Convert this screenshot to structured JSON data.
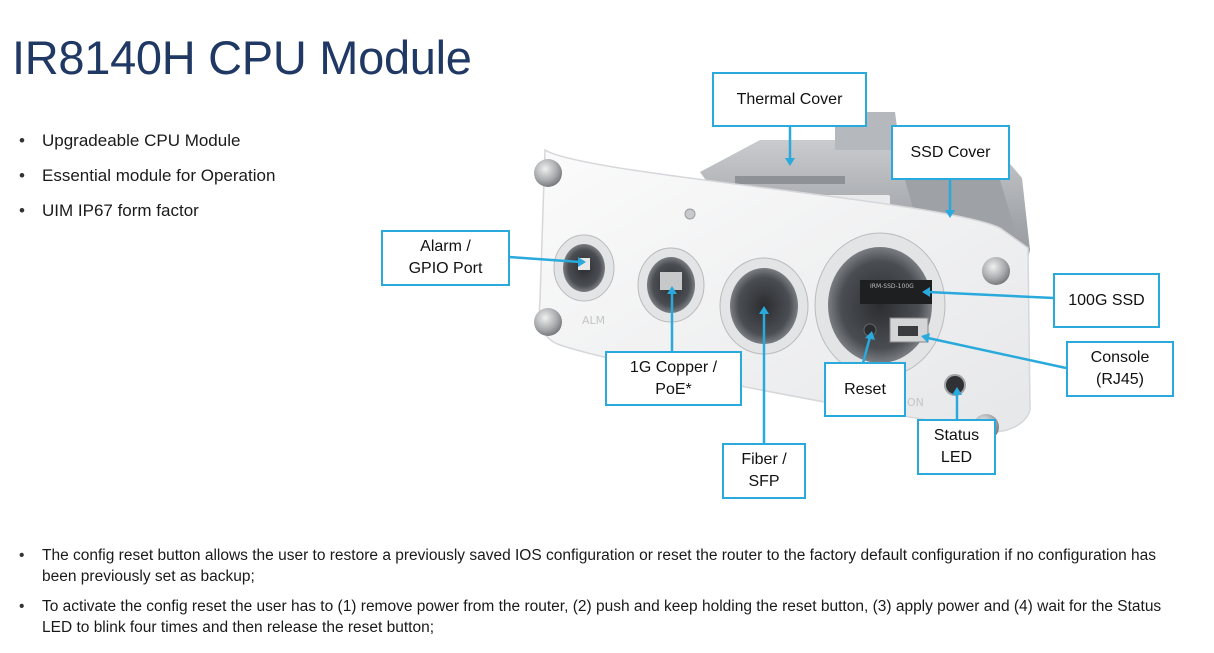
{
  "slide": {
    "title": "IR8140H CPU Module",
    "top_bullets": [
      "Upgradeable CPU Module",
      "Essential module for Operation",
      "UIM IP67 form factor"
    ],
    "bottom_bullets": [
      "The config reset button allows the user to restore a previously saved IOS configuration or reset the router to the factory default configuration if no configuration has been previously set as backup;",
      "To activate the config reset the user has to (1) remove power from the router, (2) push and keep holding the reset button, (3) apply power and (4) wait for the Status LED to blink four times and then release the reset button;"
    ]
  },
  "device_markings": {
    "ssd_label": "IRM-SSD-100G",
    "port_alm": "ALM",
    "port_on": "ON"
  },
  "callouts": {
    "thermal_cover": "Thermal Cover",
    "ssd_cover": "SSD Cover",
    "alarm_gpio": "Alarm /\nGPIO Port",
    "ssd_100g": "100G SSD",
    "copper_poe": "1G Copper /\nPoE*",
    "console": "Console\n(RJ45)",
    "reset": "Reset",
    "status_led": "Status\nLED",
    "fiber_sfp": "Fiber /\nSFP"
  },
  "colors": {
    "title": "#1f3864",
    "callout_border": "#29a9dc",
    "leader_line": "#29a9dc"
  }
}
